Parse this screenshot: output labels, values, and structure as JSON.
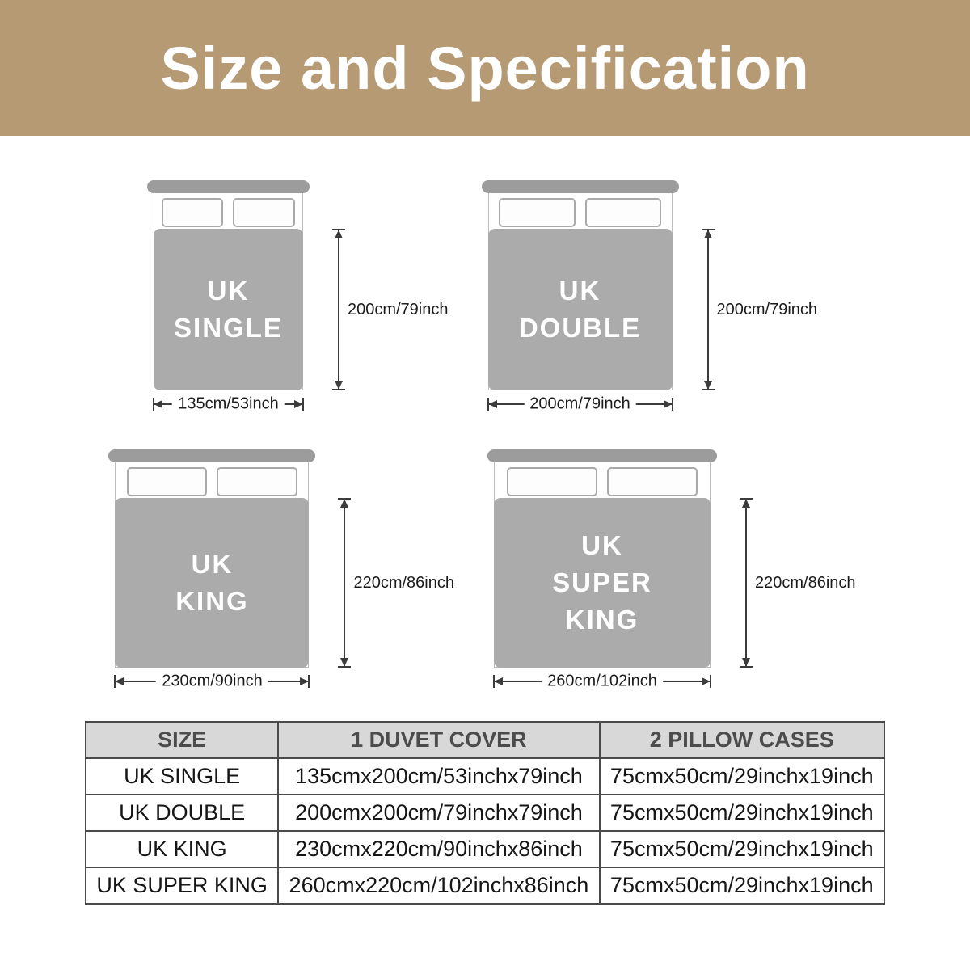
{
  "title": "Size and Specification",
  "beds": [
    {
      "label_lines": [
        "UK",
        "SINGLE"
      ],
      "width_label": "135cm/53inch",
      "height_label": "200cm/79inch"
    },
    {
      "label_lines": [
        "UK",
        "DOUBLE"
      ],
      "width_label": "200cm/79inch",
      "height_label": "200cm/79inch"
    },
    {
      "label_lines": [
        "UK",
        "KING"
      ],
      "width_label": "230cm/90inch",
      "height_label": "220cm/86inch"
    },
    {
      "label_lines": [
        "UK",
        "SUPER",
        "KING"
      ],
      "width_label": "260cm/102inch",
      "height_label": "220cm/86inch"
    }
  ],
  "table": {
    "headers": [
      "SIZE",
      "1 DUVET COVER",
      "2 PILLOW CASES"
    ],
    "rows": [
      [
        "UK SINGLE",
        "135cmx200cm/53inchx79inch",
        "75cmx50cm/29inchx19inch"
      ],
      [
        "UK DOUBLE",
        "200cmx200cm/79inchx79inch",
        "75cmx50cm/29inchx19inch"
      ],
      [
        "UK KING",
        "230cmx220cm/90inchx86inch",
        "75cmx50cm/29inchx19inch"
      ],
      [
        "UK SUPER KING",
        "260cmx220cm/102inchx86inch",
        "75cmx50cm/29inchx19inch"
      ]
    ]
  },
  "colors": {
    "header_bg": "#b59a73",
    "duvet_gray": "#ababab",
    "headboard_gray": "#9c9c9c",
    "table_header_bg": "#d8d8d8",
    "dimension_line": "#3c3c3c"
  }
}
